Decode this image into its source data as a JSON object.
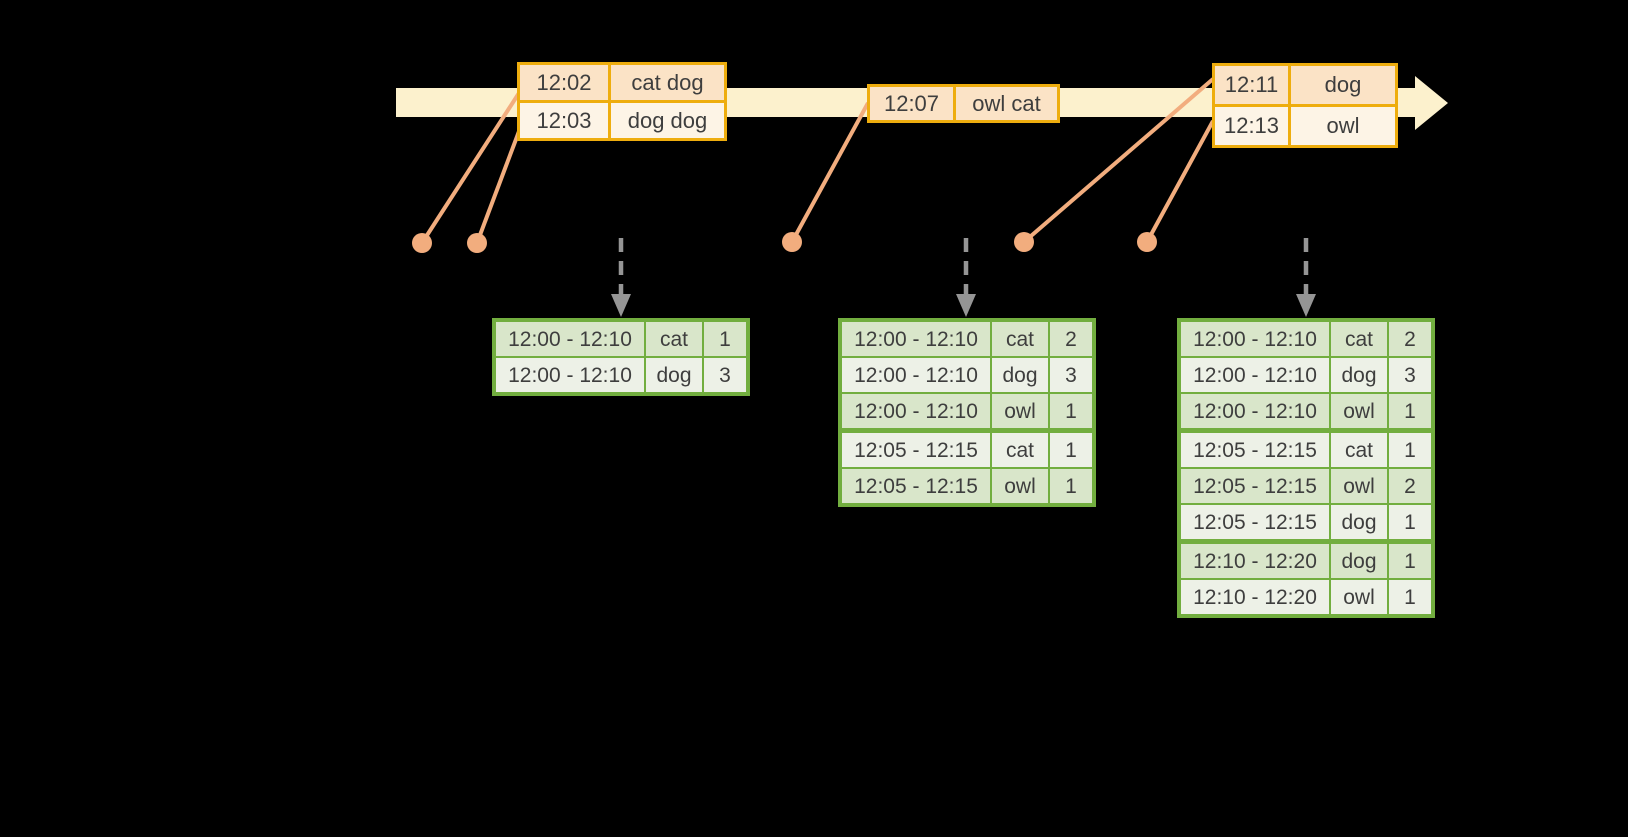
{
  "colors": {
    "background": "#000000",
    "timeline_band": "#fcf1cd",
    "event_border": "#eead0e",
    "event_fill_dark": "#fbe3c6",
    "event_fill_light": "#fdf4e6",
    "connector": "#f2ad7e",
    "trigger_arrow": "#959595",
    "table_border": "#72ae3f",
    "cell_dark": "#d9e6ca",
    "cell_light": "#edf1e7",
    "text": "#3e3e3e"
  },
  "timeline": {
    "events": [
      {
        "time": "12:02",
        "words": "cat dog"
      },
      {
        "time": "12:03",
        "words": "dog dog"
      },
      {
        "time": "12:07",
        "words": "owl cat"
      },
      {
        "time": "12:11",
        "words": "dog"
      },
      {
        "time": "12:13",
        "words": "owl"
      }
    ]
  },
  "result_tables": [
    {
      "rows": [
        [
          "12:00 - 12:10",
          "cat",
          "1"
        ],
        [
          "12:00 - 12:10",
          "dog",
          "3"
        ]
      ]
    },
    {
      "rows": [
        [
          "12:00 - 12:10",
          "cat",
          "2"
        ],
        [
          "12:00 - 12:10",
          "dog",
          "3"
        ],
        [
          "12:00 - 12:10",
          "owl",
          "1"
        ],
        [
          "12:05 - 12:15",
          "cat",
          "1"
        ],
        [
          "12:05 - 12:15",
          "owl",
          "1"
        ]
      ]
    },
    {
      "rows": [
        [
          "12:00 - 12:10",
          "cat",
          "2"
        ],
        [
          "12:00 - 12:10",
          "dog",
          "3"
        ],
        [
          "12:00 - 12:10",
          "owl",
          "1"
        ],
        [
          "12:05 - 12:15",
          "cat",
          "1"
        ],
        [
          "12:05 - 12:15",
          "owl",
          "2"
        ],
        [
          "12:05 - 12:15",
          "dog",
          "1"
        ],
        [
          "12:10 - 12:20",
          "dog",
          "1"
        ],
        [
          "12:10 - 12:20",
          "owl",
          "1"
        ]
      ]
    }
  ]
}
